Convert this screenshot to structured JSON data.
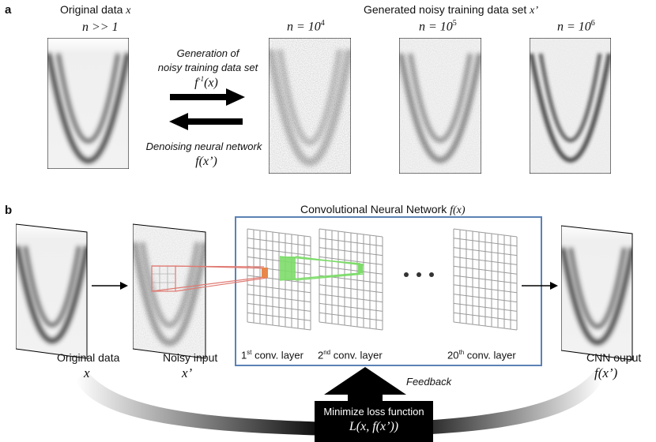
{
  "panel_a": {
    "letter": "a",
    "original_title": "Original data",
    "original_var": "x",
    "original_n": "n >> 1",
    "generated_title": "Generated noisy training data set",
    "generated_var": "x’",
    "noisy_panels": [
      {
        "n_prefix": "n = 10",
        "exp": "4"
      },
      {
        "n_prefix": "n = 10",
        "exp": "5"
      },
      {
        "n_prefix": "n = 10",
        "exp": "6"
      }
    ],
    "gen_line1": "Generation of",
    "gen_line2": "noisy training data set",
    "gen_fn": "f",
    "gen_fn_sup": "-1",
    "gen_fn_arg": "(x)",
    "denoise_line": "Denoising neural network",
    "denoise_fn": "f(x’)"
  },
  "panel_b": {
    "letter": "b",
    "cnn_title": "Convolutional Neural Network",
    "cnn_title_fn": "f(x)",
    "layers": [
      {
        "num": "1",
        "sup": "st",
        "text": " conv. layer"
      },
      {
        "num": "2",
        "sup": "nd",
        "text": " conv. layer"
      },
      {
        "num": "20",
        "sup": "th",
        "text": " conv. layer"
      }
    ],
    "ellipsis": "• • •",
    "original_label": "Original data",
    "original_var": "x",
    "noisy_label": "Noisy input",
    "noisy_var": "x’",
    "cnn_output_label": "CNN ouput",
    "cnn_output_var": "f(x’)",
    "feedback": "Feedback",
    "loss_title": "Minimize loss function",
    "loss_fn": "L(x, f(x’))"
  },
  "colors": {
    "cnn_box_border": "#5b82b5",
    "red_patch": "#e07a72",
    "green_patch": "#7ddc6a",
    "grid_line": "#9a9a9a",
    "arrow": "#000000"
  }
}
